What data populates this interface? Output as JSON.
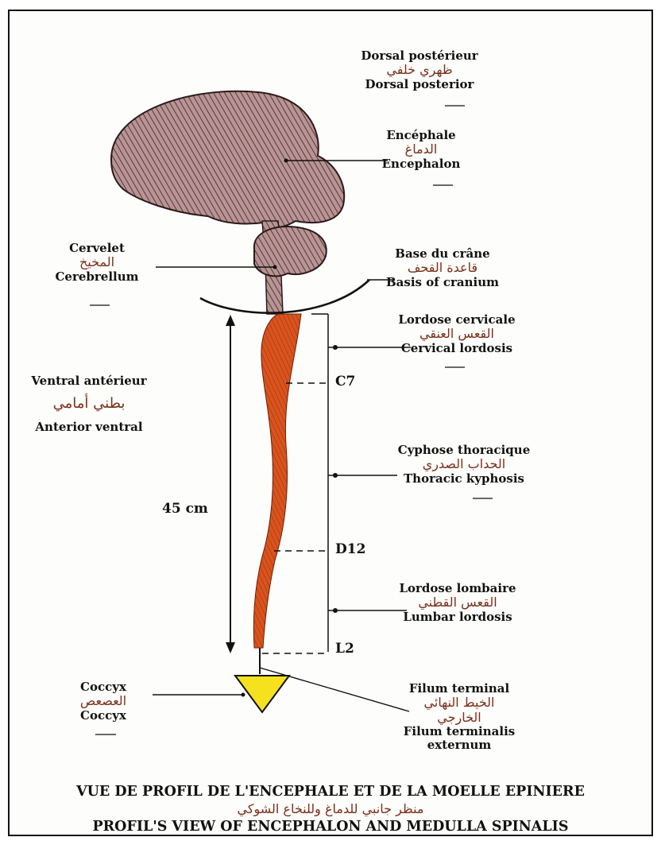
{
  "labels": {
    "dorsal": {
      "fr": "Dorsal postérieur",
      "ar": "ظهري خلفي",
      "en": "Dorsal posterior"
    },
    "encephale": {
      "fr": "Encéphale",
      "ar": "الدماغ",
      "en": "Encephalon"
    },
    "cervelet": {
      "fr": "Cervelet",
      "ar": "المخيخ",
      "en": "Cerebrellum"
    },
    "base_crane": {
      "fr": "Base du crâne",
      "ar": "قاعدة القحف",
      "en": "Basis of cranium"
    },
    "lordose_cervicale": {
      "fr": "Lordose cervicale",
      "ar": "القعس العنقي",
      "en": "Cervical lordosis"
    },
    "ventral": {
      "fr": "Ventral antérieur",
      "ar": "بطني أمامي",
      "en": "Anterior ventral"
    },
    "cyphose": {
      "fr": "Cyphose thoracique",
      "ar": "الحداب الصدري",
      "en": "Thoracic kyphosis"
    },
    "lordose_lombaire": {
      "fr": "Lordose lombaire",
      "ar": "القعس القطني",
      "en": "Lumbar lordosis"
    },
    "coccyx": {
      "fr": "Coccyx",
      "ar": "العصعص",
      "en": "Coccyx"
    },
    "filum": {
      "fr": "Filum terminal",
      "ar1": "الخيط النهائي",
      "ar2": "الخارجي",
      "en1": "Filum terminalis",
      "en2": "externum"
    }
  },
  "levels": {
    "c7": "C7",
    "d12": "D12",
    "l2": "L2"
  },
  "measure": "45 cm",
  "titles": {
    "fr": "VUE DE PROFIL DE L'ENCEPHALE ET DE LA MOELLE EPINIERE",
    "ar": "منظر جانبي للدماغ وللنخاع الشوكي",
    "en": "PROFIL'S VIEW OF ENCEPHALON AND MEDULLA SPINALIS"
  },
  "colors": {
    "brain": "#b89495",
    "cord": "#d9541e",
    "coccyx": "#f5e11e",
    "arabic": "#7a2f1a"
  }
}
